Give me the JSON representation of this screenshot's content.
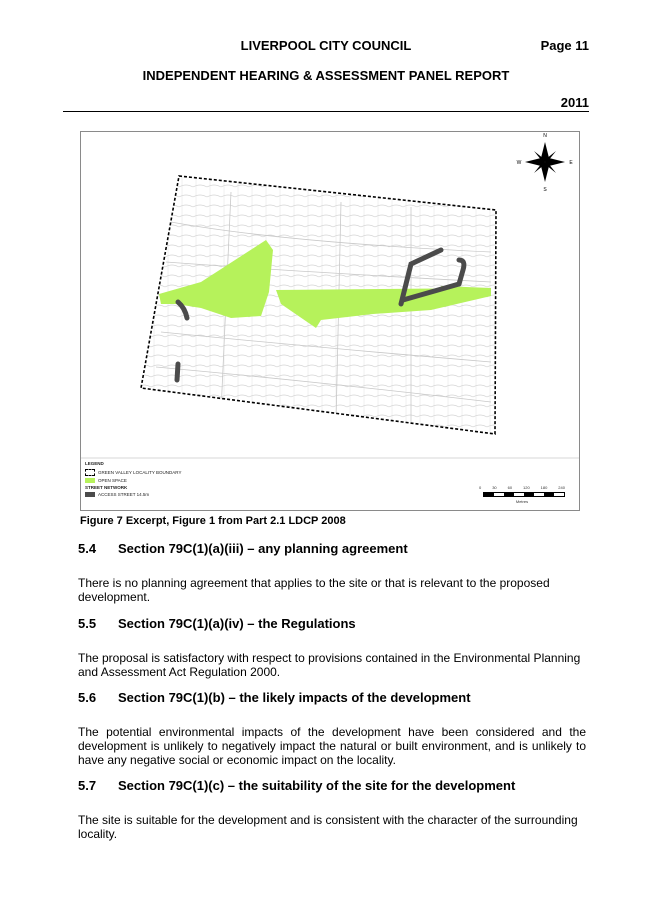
{
  "header": {
    "council": "LIVERPOOL CITY COUNCIL",
    "page": "Page 11",
    "report_title": "INDEPENDENT HEARING & ASSESSMENT PANEL REPORT",
    "year": "2011"
  },
  "figure": {
    "compass": {
      "n": "N",
      "e": "E",
      "s": "S",
      "w": "W"
    },
    "legend": {
      "title": "LEGEND",
      "boundary": "GREEN VALLEY LOCALITY BOUNDARY",
      "open_space": "OPEN SPACE",
      "network_title": "STREET NETWORK",
      "access_street": "ACCESS STREET 14.5m"
    },
    "scale": {
      "ticks": [
        "0",
        "30",
        "60",
        "120",
        "180",
        "240"
      ],
      "unit": "Metres"
    },
    "colors": {
      "open_space": "#b6f25b",
      "street": "#4b4b4b",
      "boundary": "#000000"
    },
    "caption": "Figure 7 Excerpt, Figure 1 from Part 2.1 LDCP 2008"
  },
  "sections": [
    {
      "number": "5.4",
      "title": "Section 79C(1)(a)(iii) – any planning agreement",
      "body": "There is no planning agreement that applies to the site or that is relevant to the proposed development."
    },
    {
      "number": "5.5",
      "title": "Section 79C(1)(a)(iv) – the Regulations",
      "body": "The proposal is satisfactory with respect to provisions contained in the Environmental Planning and Assessment Act Regulation 2000."
    },
    {
      "number": "5.6",
      "title": "Section 79C(1)(b) – the likely impacts of the development",
      "body": "The potential environmental impacts of the development have been considered and the development is unlikely to negatively impact the natural or built environment, and is unlikely to have any negative social or economic impact on the locality."
    },
    {
      "number": "5.7",
      "title": "Section 79C(1)(c) – the suitability of the site for the development",
      "body": "The site is suitable for the development and is consistent with the character of the surrounding locality."
    }
  ]
}
